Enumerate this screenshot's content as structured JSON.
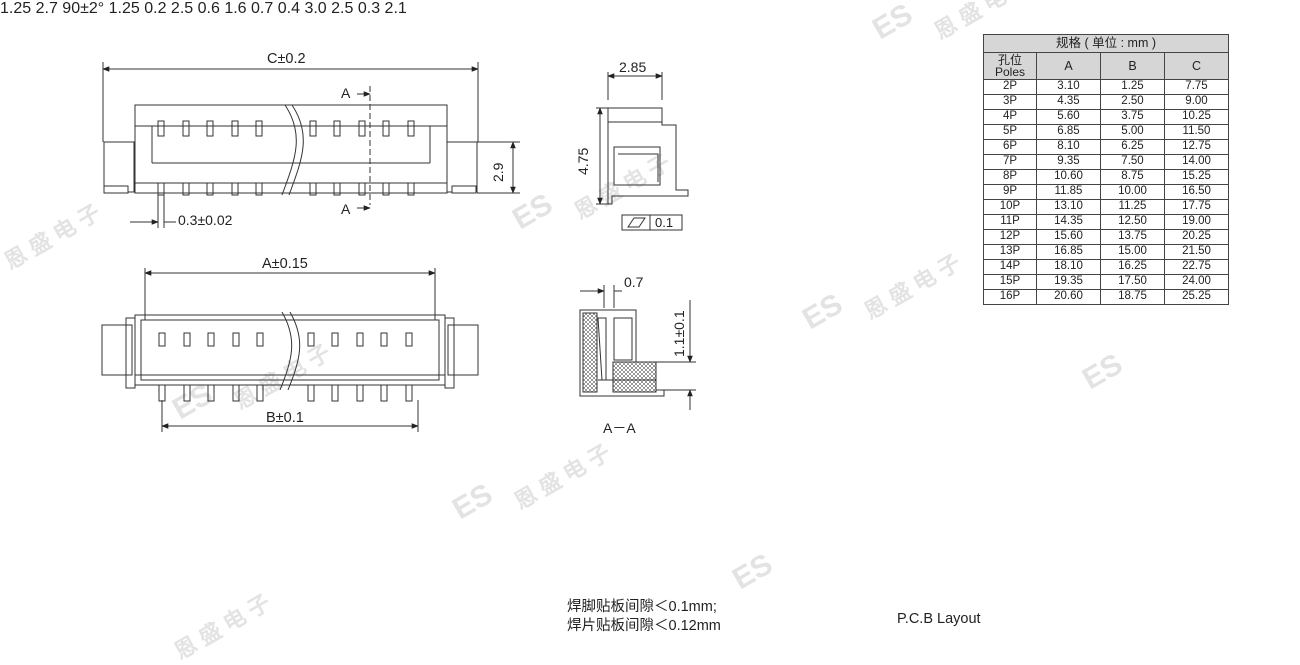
{
  "dims": {
    "c_width": "C±0.2",
    "section_label": "A",
    "height_29": "2.9",
    "pin_width": "0.3±0.02",
    "side_width": "2.85",
    "side_height": "4.75",
    "flatness": "0.1",
    "a_width": "A±0.15",
    "b_width": "B±0.1",
    "sec_07": "0.7",
    "sec_11": "1.1±0.1",
    "pitch_125": "1.25",
    "height_27": "2.7",
    "angle": "90±2°"
  },
  "labels": {
    "section_aa": "A－A",
    "solder_note_1": "焊脚贴板间隙＜0.1mm;",
    "solder_note_2": "焊片贴板间隙＜0.12mm",
    "pcb_caption": "P.C.B Layout"
  },
  "pcb": {
    "d125": "1.25",
    "d02": "0.2",
    "d25_top": "2.5",
    "d06": "0.6",
    "d16": "1.6",
    "d07": "0.7",
    "d04": "0.4",
    "d30": "3.0",
    "d25_right": "2.5",
    "d03": "0.3",
    "d21": "2.1"
  },
  "watermark": {
    "brand": "ES",
    "chars": "恩 盛 电 子"
  },
  "spec_table": {
    "caption": "规格 ( 单位 : mm )",
    "header_poles_cn": "孔位",
    "header_poles_en": "Poles",
    "header_a": "A",
    "header_b": "B",
    "header_c": "C",
    "rows": [
      {
        "poles": "2P",
        "a": "3.10",
        "b": "1.25",
        "c": "7.75"
      },
      {
        "poles": "3P",
        "a": "4.35",
        "b": "2.50",
        "c": "9.00"
      },
      {
        "poles": "4P",
        "a": "5.60",
        "b": "3.75",
        "c": "10.25"
      },
      {
        "poles": "5P",
        "a": "6.85",
        "b": "5.00",
        "c": "11.50"
      },
      {
        "poles": "6P",
        "a": "8.10",
        "b": "6.25",
        "c": "12.75"
      },
      {
        "poles": "7P",
        "a": "9.35",
        "b": "7.50",
        "c": "14.00"
      },
      {
        "poles": "8P",
        "a": "10.60",
        "b": "8.75",
        "c": "15.25"
      },
      {
        "poles": "9P",
        "a": "11.85",
        "b": "10.00",
        "c": "16.50"
      },
      {
        "poles": "10P",
        "a": "13.10",
        "b": "11.25",
        "c": "17.75"
      },
      {
        "poles": "11P",
        "a": "14.35",
        "b": "12.50",
        "c": "19.00"
      },
      {
        "poles": "12P",
        "a": "15.60",
        "b": "13.75",
        "c": "20.25"
      },
      {
        "poles": "13P",
        "a": "16.85",
        "b": "15.00",
        "c": "21.50"
      },
      {
        "poles": "14P",
        "a": "18.10",
        "b": "16.25",
        "c": "22.75"
      },
      {
        "poles": "15P",
        "a": "19.35",
        "b": "17.50",
        "c": "24.00"
      },
      {
        "poles": "16P",
        "a": "20.60",
        "b": "18.75",
        "c": "25.25"
      }
    ]
  }
}
